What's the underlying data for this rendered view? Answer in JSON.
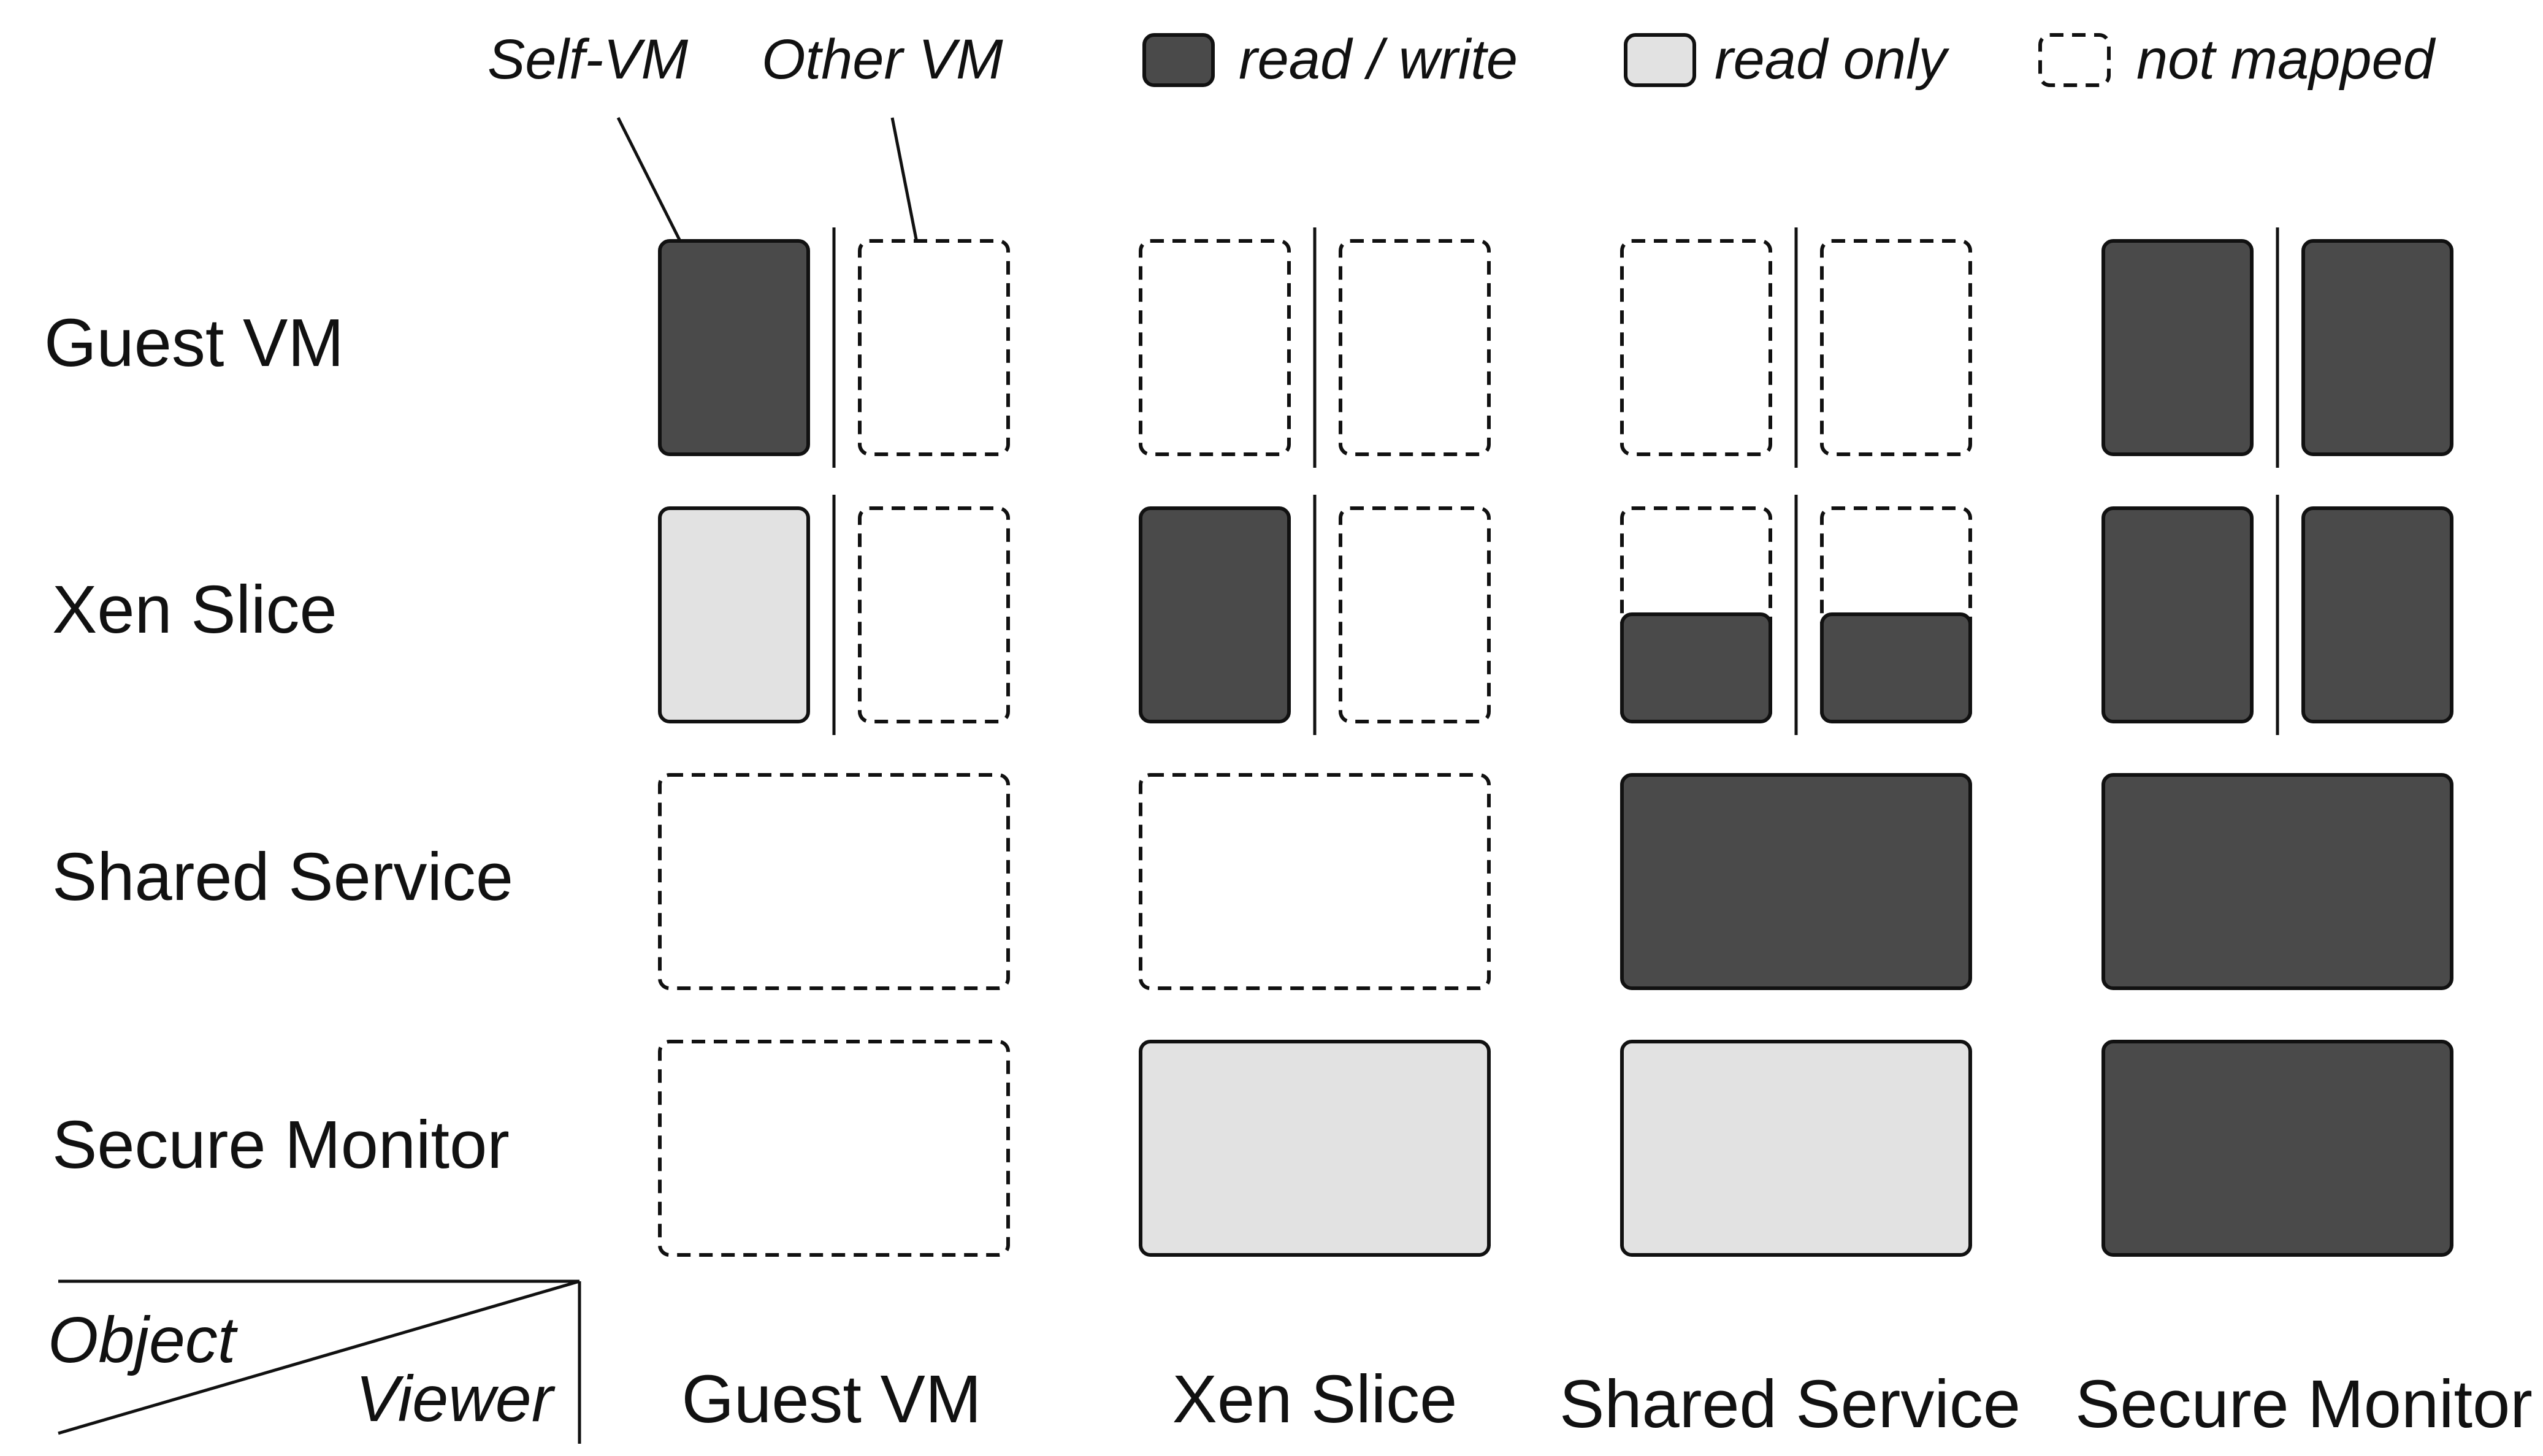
{
  "colors": {
    "read_write": "#4a4a4a",
    "read_only": "#e2e2e2",
    "stroke": "#111111"
  },
  "legend": [
    {
      "id": "rw",
      "style": "read_write",
      "label": "read / write"
    },
    {
      "id": "ro",
      "style": "read_only",
      "label": "read only"
    },
    {
      "id": "nm",
      "style": "not_mapped",
      "label": "not mapped"
    }
  ],
  "annotations": {
    "self_vm": "Self-VM",
    "other_vm": "Other VM"
  },
  "corner": {
    "object": "Object",
    "viewer": "Viewer"
  },
  "rows": [
    "Guest VM",
    "Xen Slice",
    "Shared Service",
    "Secure Monitor"
  ],
  "columns": [
    "Guest VM",
    "Xen Slice",
    "Shared Service",
    "Secure Monitor"
  ],
  "cells": [
    [
      {
        "split": true,
        "self": "read_write",
        "other": "not_mapped"
      },
      {
        "split": true,
        "self": "not_mapped",
        "other": "not_mapped"
      },
      {
        "split": true,
        "self": "not_mapped",
        "other": "not_mapped"
      },
      {
        "split": true,
        "self": "read_write",
        "other": "read_write"
      }
    ],
    [
      {
        "split": true,
        "self": "read_only",
        "other": "not_mapped"
      },
      {
        "split": true,
        "self": "read_write",
        "other": "not_mapped"
      },
      {
        "split": true,
        "self": "partial_read_write",
        "other": "partial_read_write"
      },
      {
        "split": true,
        "self": "read_write",
        "other": "read_write"
      }
    ],
    [
      {
        "split": false,
        "access": "not_mapped"
      },
      {
        "split": false,
        "access": "not_mapped"
      },
      {
        "split": false,
        "access": "read_write"
      },
      {
        "split": false,
        "access": "read_write"
      }
    ],
    [
      {
        "split": false,
        "access": "not_mapped"
      },
      {
        "split": false,
        "access": "read_only"
      },
      {
        "split": false,
        "access": "read_only"
      },
      {
        "split": false,
        "access": "read_write"
      }
    ]
  ]
}
